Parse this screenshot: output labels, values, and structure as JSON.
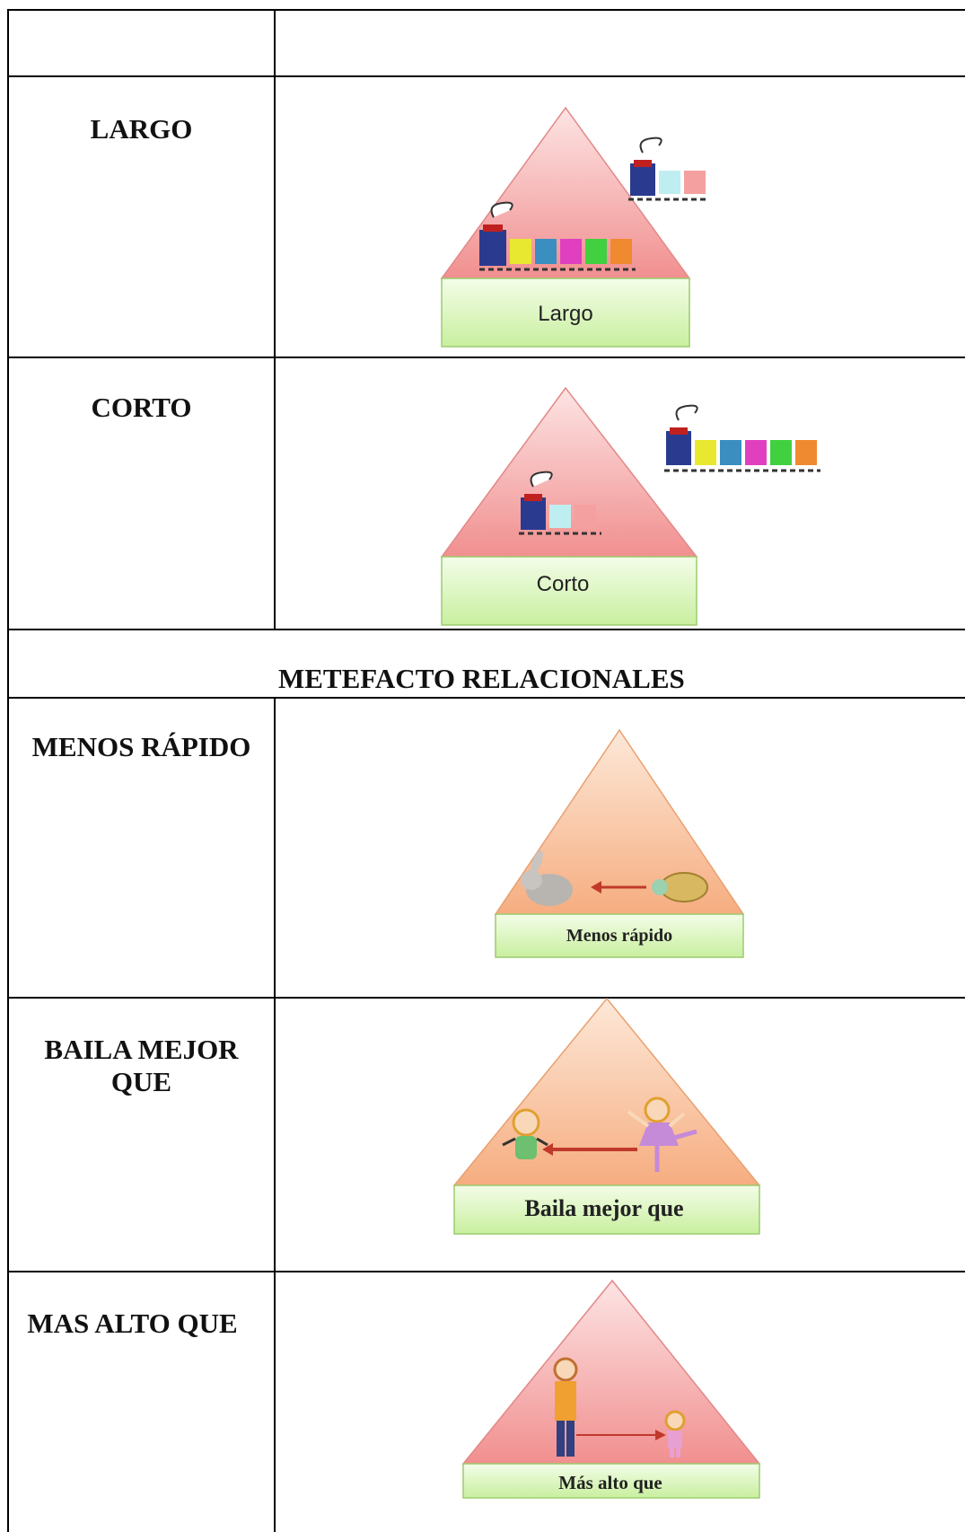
{
  "rows": {
    "largo": {
      "label": "LARGO",
      "box_text": "Largo"
    },
    "corto": {
      "label": "CORTO",
      "box_text": "Corto"
    },
    "section_title": "METEFACTO RELACIONALES",
    "menos": {
      "label": "MENOS RÁPIDO",
      "box_text": "Menos rápido"
    },
    "baila": {
      "label_line1": "BAILA MEJOR",
      "label_line2": "QUE",
      "box_text": "Baila mejor que"
    },
    "alto": {
      "label": "MAS ALTO QUE",
      "box_text": "Más alto que"
    }
  },
  "colors": {
    "pink_triangle": "#f3a3a3",
    "orange_triangle": "#f8b58c",
    "green_box": "#dcf5c2",
    "border": "#000000"
  }
}
